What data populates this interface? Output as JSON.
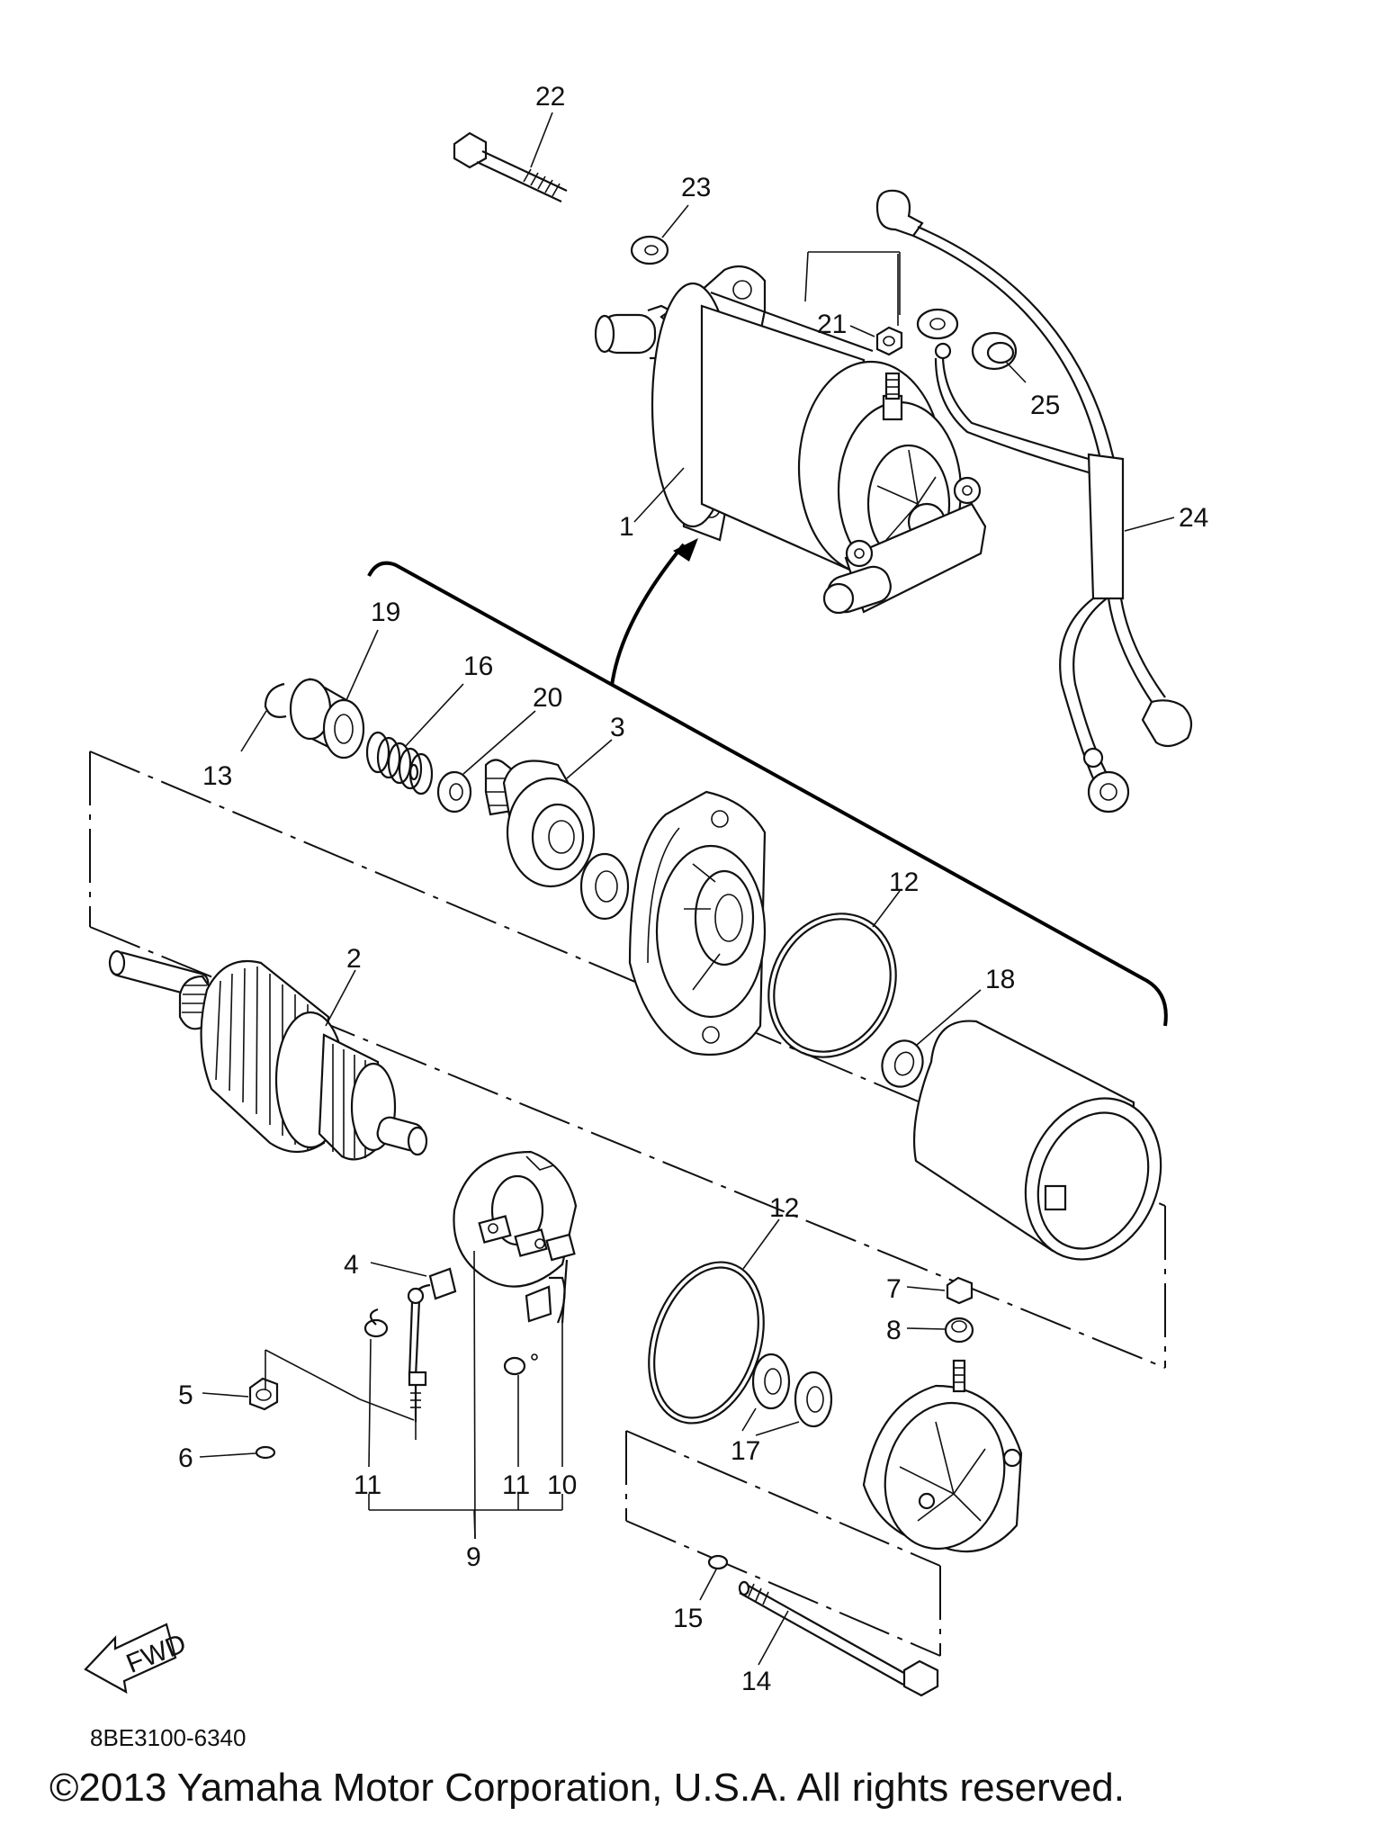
{
  "diagram_code": "8BE3100-6340",
  "copyright": "©2013 Yamaha Motor Corporation, U.S.A. All rights reserved.",
  "fwd_label": "FWD",
  "part_labels": {
    "p1": "1",
    "p2": "2",
    "p3": "3",
    "p4": "4",
    "p5": "5",
    "p6": "6",
    "p7": "7",
    "p8": "8",
    "p9": "9",
    "p10": "10",
    "p11a": "11",
    "p11b": "11",
    "p12a": "12",
    "p12b": "12",
    "p13": "13",
    "p14": "14",
    "p15": "15",
    "p16": "16",
    "p17": "17",
    "p18": "18",
    "p19": "19",
    "p20": "20",
    "p21": "21",
    "p22": "22",
    "p23": "23",
    "p24": "24",
    "p25": "25"
  }
}
